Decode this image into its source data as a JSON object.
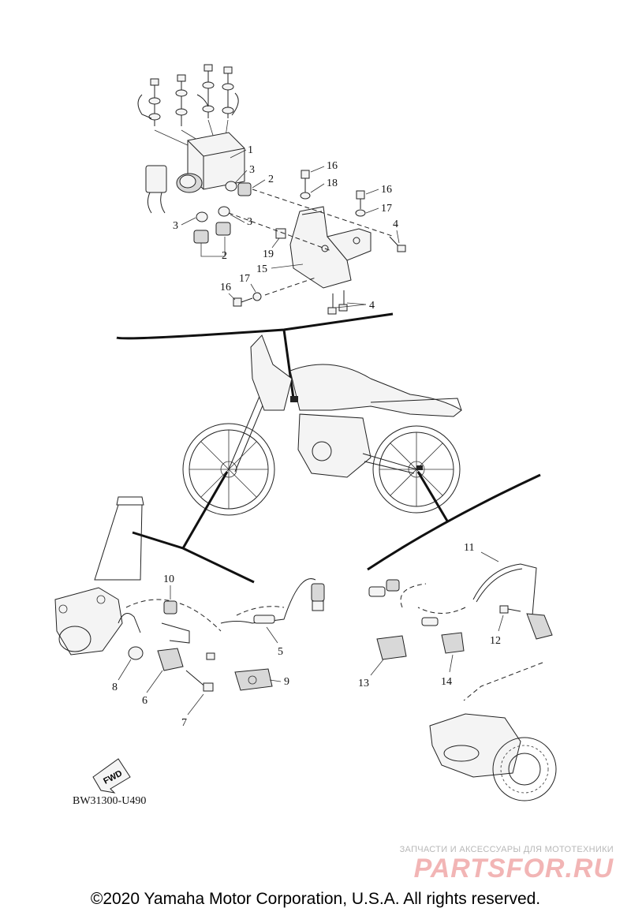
{
  "callouts": [
    {
      "id": "c1",
      "text": "1"
    },
    {
      "id": "c2a",
      "text": "2"
    },
    {
      "id": "c2b",
      "text": "2"
    },
    {
      "id": "c3a",
      "text": "3"
    },
    {
      "id": "c3b",
      "text": "3"
    },
    {
      "id": "c3c",
      "text": "3"
    },
    {
      "id": "c4a",
      "text": "4"
    },
    {
      "id": "c4b",
      "text": "4"
    },
    {
      "id": "c5",
      "text": "5"
    },
    {
      "id": "c6",
      "text": "6"
    },
    {
      "id": "c7",
      "text": "7"
    },
    {
      "id": "c8",
      "text": "8"
    },
    {
      "id": "c9",
      "text": "9"
    },
    {
      "id": "c10",
      "text": "10"
    },
    {
      "id": "c11",
      "text": "11"
    },
    {
      "id": "c12",
      "text": "12"
    },
    {
      "id": "c13",
      "text": "13"
    },
    {
      "id": "c14",
      "text": "14"
    },
    {
      "id": "c15",
      "text": "15"
    },
    {
      "id": "c16a",
      "text": "16"
    },
    {
      "id": "c16b",
      "text": "16"
    },
    {
      "id": "c16c",
      "text": "16"
    },
    {
      "id": "c17a",
      "text": "17"
    },
    {
      "id": "c17b",
      "text": "17"
    },
    {
      "id": "c18",
      "text": "18"
    },
    {
      "id": "c19",
      "text": "19"
    }
  ],
  "fwd_label": "FWD",
  "diagram_code": "BW31300-U490",
  "watermark": {
    "tagline": "ЗАПЧАСТИ И АКСЕССУАРЫ ДЛЯ МОТОТЕХНИКИ",
    "logo": "PARTSFOR.RU"
  },
  "copyright": "©2020 Yamaha Motor Corporation, U.S.A. All rights reserved."
}
